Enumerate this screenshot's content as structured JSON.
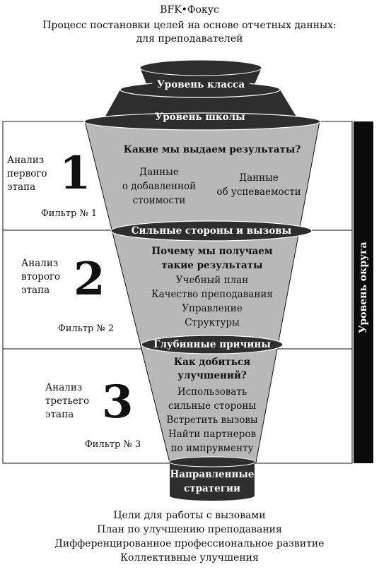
{
  "header": {
    "brand": "BFK•Фокус",
    "subtitle_line1": "Процесс постановки целей на основе отчетных данных:",
    "subtitle_line2": "для преподавателей"
  },
  "funnel": {
    "top_level_1": "Уровень класса",
    "top_level_2": "Уровень школы",
    "side_label": "Уровень округа",
    "stage1": {
      "analysis": [
        "Анализ",
        "первого",
        "этапа"
      ],
      "number": "1",
      "filter": "Фильтр № 1",
      "question": "Какие мы выдаем результаты?",
      "left_data": [
        "Данные",
        "о добавленной",
        "стоимости"
      ],
      "right_data": [
        "Данные",
        "об успеваемости"
      ],
      "band": "Сильные стороны и вызовы"
    },
    "stage2": {
      "analysis": [
        "Анализ",
        "второго",
        "этапа"
      ],
      "number": "2",
      "filter": "Фильтр № 2",
      "question": [
        "Почему мы получаем",
        "такие результаты"
      ],
      "items": [
        "Учебный план",
        "Качество преподавания",
        "Управление",
        "Структуры"
      ],
      "band": "Глубинные причины"
    },
    "stage3": {
      "analysis": [
        "Анализ",
        "третьего",
        "этапа"
      ],
      "number": "3",
      "filter": "Фильтр № 3",
      "question": [
        "Как добиться",
        "улучшений?"
      ],
      "items": [
        "Использовать",
        "сильные стороны",
        "Встретить вызовы",
        "Найти партнеров",
        "по импрувменту"
      ]
    },
    "output": [
      "Направленные",
      "стратегии"
    ]
  },
  "results": [
    "Цели для работы с вызовами",
    "План по улучшению преподавания",
    "Дифференцированное профессиональное развитие",
    "Коллективные улучшения"
  ],
  "colors": {
    "dark": "#2e2e2e",
    "funnel_gray": "#b8b8b8",
    "side_bar": "#0a0a0a"
  }
}
